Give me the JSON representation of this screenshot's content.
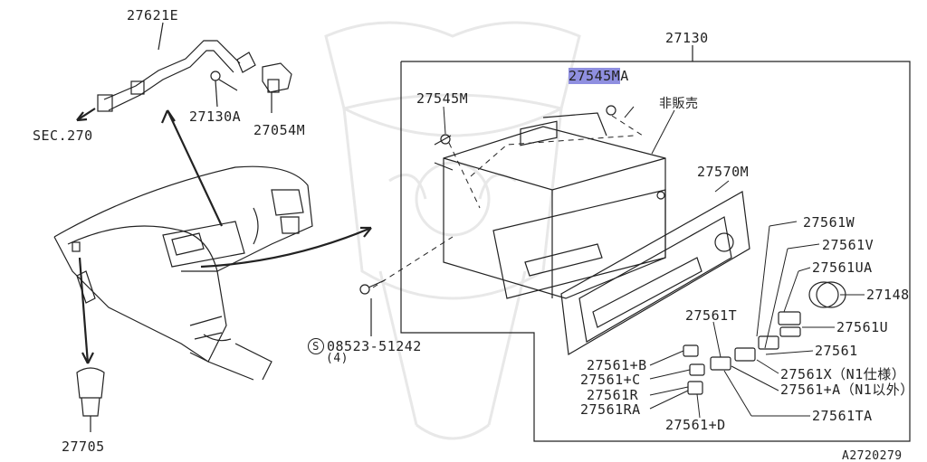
{
  "parts": {
    "p27621E": "27621E",
    "p27130A": "27130A",
    "p27054M": "27054M",
    "sec270": "SEC.270",
    "p27130": "27130",
    "p27545MA_hl": "27545M",
    "p27545MA_tail": "A",
    "p27545M": "27545M",
    "not_for_sale": "非販売",
    "p27570M": "27570M",
    "p27561W": "27561W",
    "p27561V": "27561V",
    "p27561UA": "27561UA",
    "p27148": "27148",
    "p27561U": "27561U",
    "p27561T": "27561T",
    "p27561": "27561",
    "p27561X": "27561X（N1仕様）",
    "p27561A": "27561+A（N1以外）",
    "p27561B": "27561+B",
    "p27561C": "27561+C",
    "p27561R": "27561R",
    "p27561RA": "27561RA",
    "p27561D": "27561+D",
    "p27561TA": "27561TA",
    "p08523": "08523-51242",
    "qty4": "(4)",
    "p27705": "27705",
    "diagram_id": "A2720279"
  },
  "colors": {
    "line": "#222222",
    "highlight": "#8f8fe0",
    "watermark": "#e6e6e6"
  }
}
